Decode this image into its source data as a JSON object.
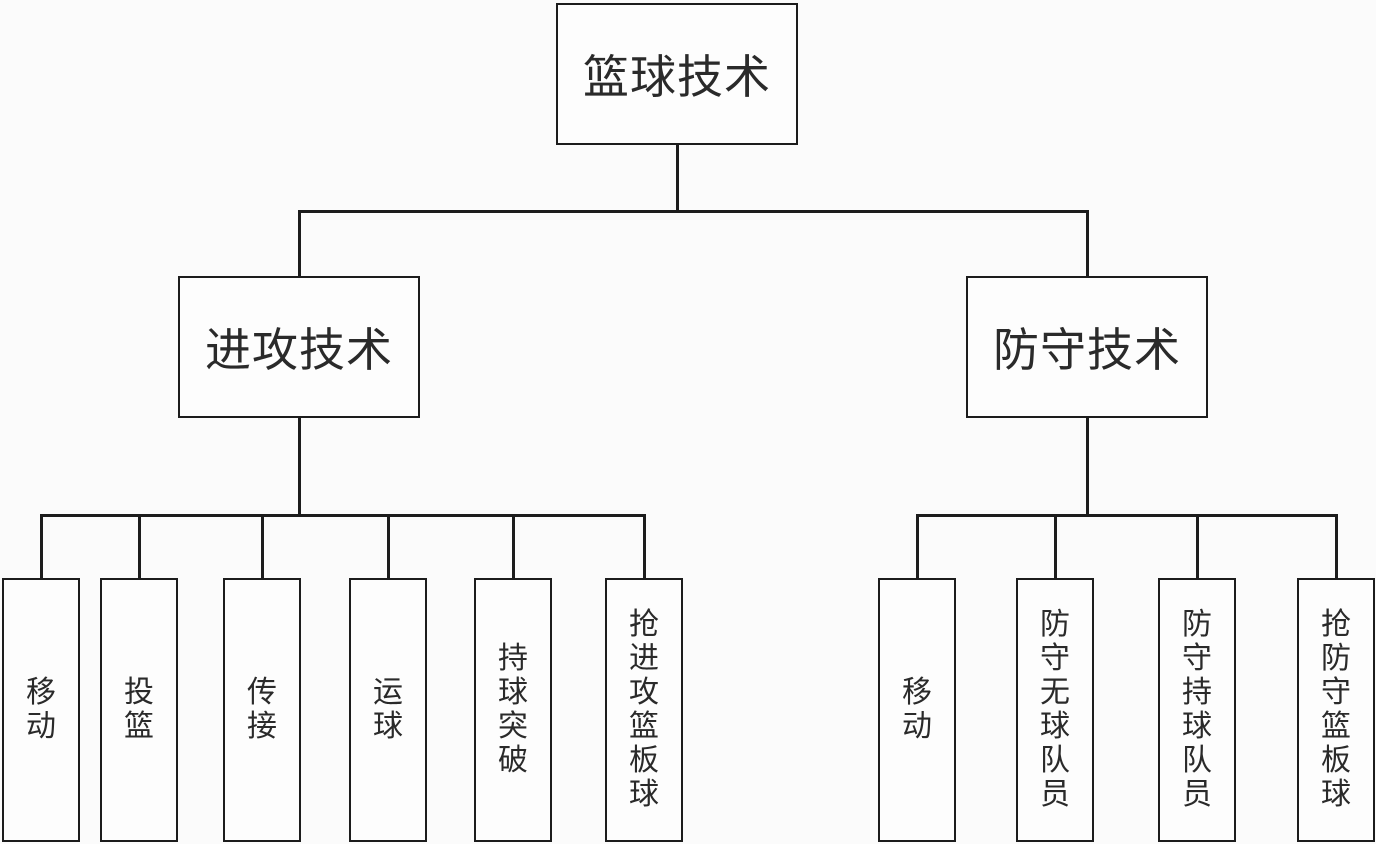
{
  "diagram": {
    "type": "tree",
    "root": {
      "label": "篮球技术"
    },
    "branches": [
      {
        "label": "进攻技术",
        "children": [
          "移动",
          "投篮",
          "传接",
          "运球",
          "持球突破",
          "抢进攻篮板球"
        ]
      },
      {
        "label": "防守技术",
        "children": [
          "移动",
          "防守无球队员",
          "防守持球队员",
          "抢防守篮板球"
        ]
      }
    ]
  },
  "colors": {
    "background": "#fbfbfb",
    "node_fill": "#fdfdfd",
    "line": "#1c1c1c",
    "text": "#2a2a2a"
  }
}
